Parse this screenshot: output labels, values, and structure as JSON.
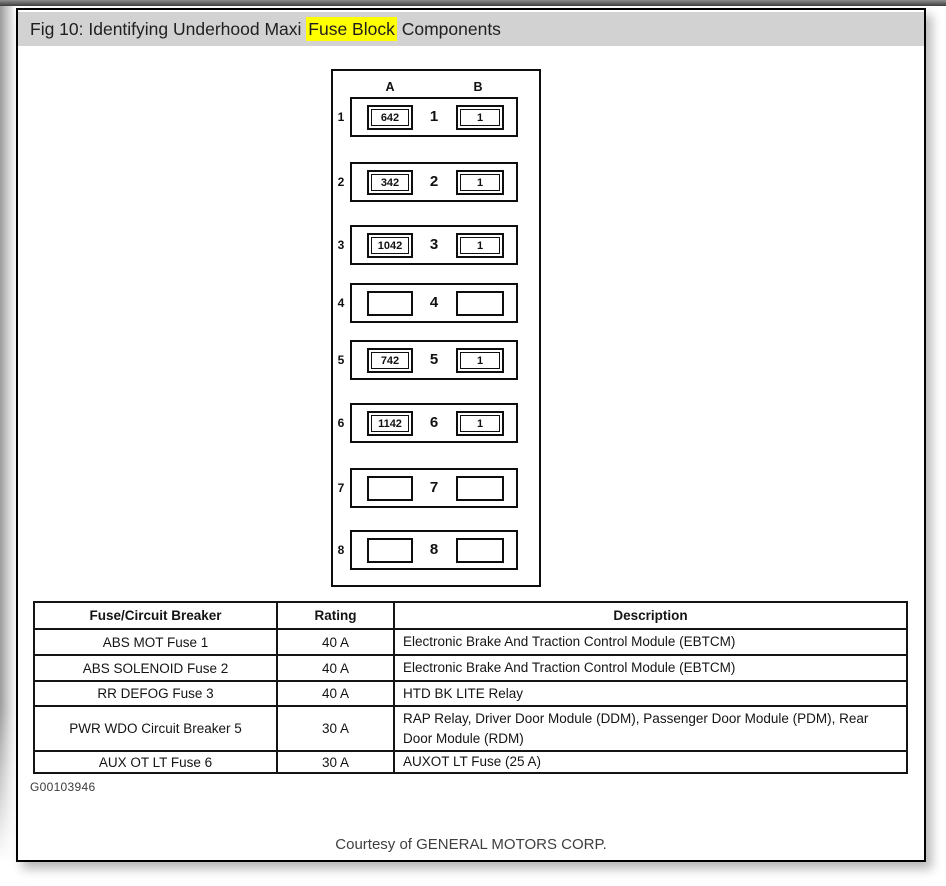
{
  "header": {
    "title_prefix": "Fig 10: Identifying Underhood Maxi ",
    "title_highlight": "Fuse Block",
    "title_suffix": " Components",
    "highlight_color": "#ffff00",
    "bar_color": "#d2d2d2"
  },
  "diagram": {
    "column_headers": [
      "A",
      "B"
    ],
    "rows": [
      {
        "index": "1",
        "a": "642",
        "center": "1",
        "b": "1"
      },
      {
        "index": "2",
        "a": "342",
        "center": "2",
        "b": "1"
      },
      {
        "index": "3",
        "a": "1042",
        "center": "3",
        "b": "1"
      },
      {
        "index": "4",
        "a": "",
        "center": "4",
        "b": ""
      },
      {
        "index": "5",
        "a": "742",
        "center": "5",
        "b": "1"
      },
      {
        "index": "6",
        "a": "1142",
        "center": "6",
        "b": "1"
      },
      {
        "index": "7",
        "a": "",
        "center": "7",
        "b": ""
      },
      {
        "index": "8",
        "a": "",
        "center": "8",
        "b": ""
      }
    ]
  },
  "table": {
    "headers": [
      "Fuse/Circuit Breaker",
      "Rating",
      "Description"
    ],
    "rows": [
      [
        "ABS MOT Fuse 1",
        "40 A",
        "Electronic Brake And Traction Control Module (EBTCM)"
      ],
      [
        "ABS SOLENOID Fuse 2",
        "40 A",
        "Electronic Brake And Traction Control Module (EBTCM)"
      ],
      [
        "RR DEFOG Fuse 3",
        "40 A",
        "HTD BK LITE Relay"
      ],
      [
        "PWR WDO Circuit Breaker 5",
        "30 A",
        "RAP Relay, Driver Door Module (DDM), Passenger Door Module (PDM), Rear Door Module (RDM)"
      ],
      [
        "AUX OT LT Fuse 6",
        "30 A",
        "AUXOT LT Fuse (25 A)"
      ]
    ]
  },
  "footer": {
    "figure_id": "G00103946",
    "courtesy": "Courtesy of GENERAL MOTORS CORP."
  }
}
